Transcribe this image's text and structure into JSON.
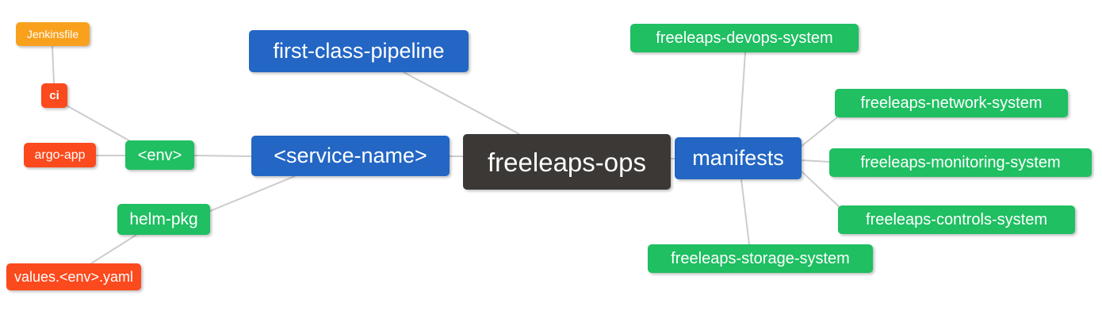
{
  "diagram": {
    "type": "mindmap",
    "colors": {
      "root_bg": "#3B3836",
      "branch_bg": "#2366C4",
      "leaf_green_bg": "#1FBF62",
      "leaf_red_bg": "#FB4A1D",
      "leaf_orange_bg": "#F9A11C",
      "edge": "#CCCCCC",
      "text": "#FFFFFF",
      "background": "#FFFFFF"
    },
    "nodes": {
      "root": {
        "label": "freeleaps-ops"
      },
      "first_class_pipeline": {
        "label": "first-class-pipeline"
      },
      "service_name": {
        "label": "<service-name>"
      },
      "env": {
        "label": "<env>"
      },
      "ci": {
        "label": "ci"
      },
      "jenkinsfile": {
        "label": "Jenkinsfile"
      },
      "argo_app": {
        "label": "argo-app"
      },
      "helm_pkg": {
        "label": "helm-pkg"
      },
      "values_env_yaml": {
        "label": "values.<env>.yaml"
      },
      "manifests": {
        "label": "manifests"
      },
      "devops_system": {
        "label": "freeleaps-devops-system"
      },
      "network_system": {
        "label": "freeleaps-network-system"
      },
      "monitoring_system": {
        "label": "freeleaps-monitoring-system"
      },
      "controls_system": {
        "label": "freeleaps-controls-system"
      },
      "storage_system": {
        "label": "freeleaps-storage-system"
      }
    },
    "edges": [
      {
        "from": "jenkinsfile",
        "to": "ci"
      },
      {
        "from": "ci",
        "to": "env"
      },
      {
        "from": "argo_app",
        "to": "env"
      },
      {
        "from": "env",
        "to": "service_name"
      },
      {
        "from": "helm_pkg",
        "to": "service_name"
      },
      {
        "from": "values_env_yaml",
        "to": "helm_pkg"
      },
      {
        "from": "first_class_pipeline",
        "to": "root"
      },
      {
        "from": "service_name",
        "to": "root"
      },
      {
        "from": "root",
        "to": "manifests"
      },
      {
        "from": "manifests",
        "to": "devops_system"
      },
      {
        "from": "manifests",
        "to": "network_system"
      },
      {
        "from": "manifests",
        "to": "monitoring_system"
      },
      {
        "from": "manifests",
        "to": "controls_system"
      },
      {
        "from": "manifests",
        "to": "storage_system"
      }
    ]
  }
}
